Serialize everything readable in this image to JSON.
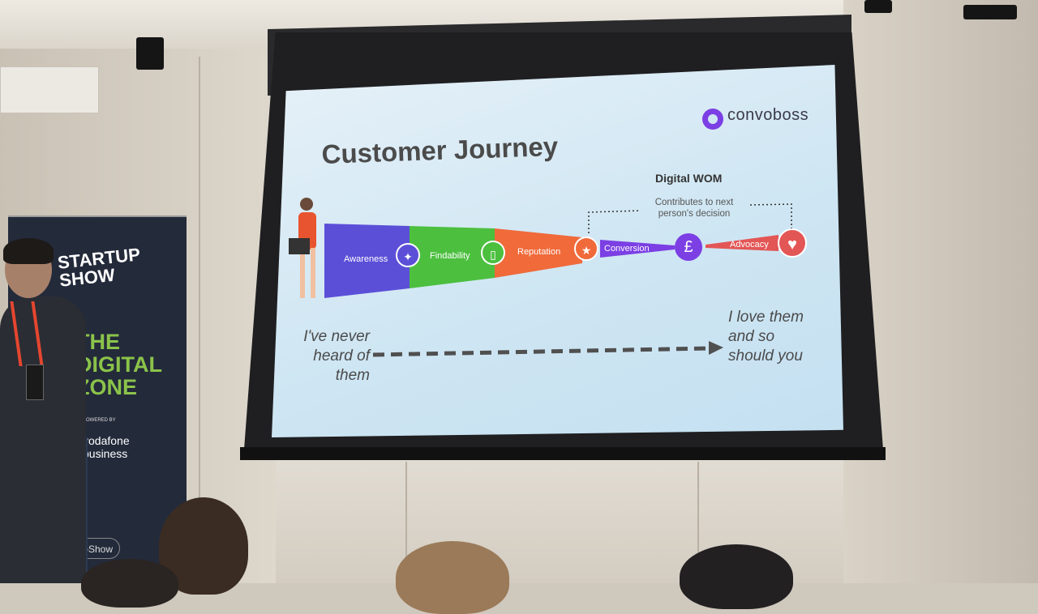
{
  "slide": {
    "logo": "convoboss",
    "title": "Customer Journey",
    "wom_title": "Digital WOM",
    "wom_subtitle": "Contributes to next person's decision",
    "stages": [
      {
        "label": "Awareness",
        "color": "#5b4fd8"
      },
      {
        "label": "Findability",
        "color": "#4cbf3f"
      },
      {
        "label": "Reputation",
        "color": "#f06a3a"
      },
      {
        "label": "Conversion",
        "color": "#7b3fe4"
      },
      {
        "label": "Advocacy",
        "color": "#e35656"
      }
    ],
    "pound_symbol": "£",
    "start_text": "I've never heard of them",
    "end_text": "I love them and so should you"
  },
  "banner": {
    "startup": "STARTUP SHOW",
    "headline": "THE DIGITAL ZONE",
    "powered_by": "POWERED BY",
    "brand": "vodafone business",
    "handle": "oShow"
  }
}
